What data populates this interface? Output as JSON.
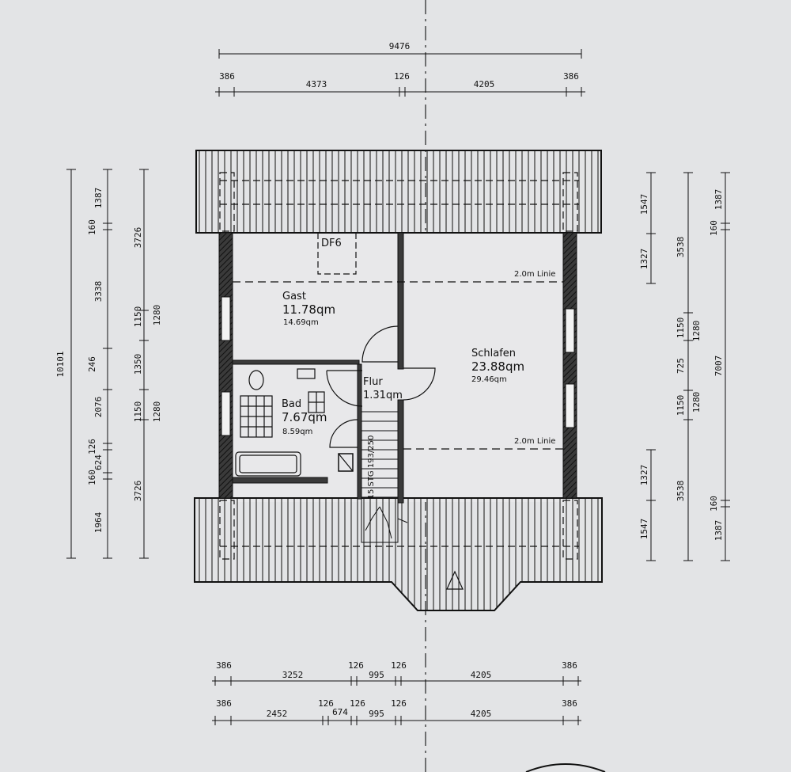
{
  "rooms": {
    "gast": {
      "name": "Gast",
      "area": "11.78qm",
      "area2": "14.69qm"
    },
    "schlafen": {
      "name": "Schlafen",
      "area": "23.88qm",
      "area2": "29.46qm"
    },
    "bad": {
      "name": "Bad",
      "area": "7.67qm",
      "area2": "8.59qm"
    },
    "flur": {
      "name": "Flur",
      "area": "1.31qm"
    }
  },
  "labels": {
    "skylight": "DF6",
    "line_top": "2.0m Linie",
    "line_bottom": "2.0m Linie",
    "stair": "15 STG 193/250"
  },
  "dims": {
    "top_total": "9476",
    "top_row": [
      "386",
      "4373",
      "126",
      "4205",
      "386"
    ],
    "bottom_row1": [
      "386",
      "3252",
      "126",
      "995",
      "126",
      "4205",
      "386"
    ],
    "bottom_row2": [
      "386",
      "2452",
      "126",
      "674",
      "126",
      "995",
      "126",
      "4205",
      "386"
    ],
    "left_total": "10101",
    "left_a": [
      "1387",
      "160",
      "3338",
      "246",
      "2076",
      "126",
      "624",
      "160",
      "1964"
    ],
    "left_b": [
      "3726",
      "1150",
      "1350",
      "1150",
      "3726"
    ],
    "left_c": [
      "1280",
      "1280"
    ],
    "right_a": [
      "1547",
      "1327",
      "1327",
      "1547"
    ],
    "right_b": [
      "3538",
      "1150",
      "725",
      "1150",
      "3538"
    ],
    "right_c": [
      "1280",
      "1280"
    ],
    "right_d": [
      "1387",
      "160",
      "7007",
      "160",
      "1387"
    ]
  }
}
